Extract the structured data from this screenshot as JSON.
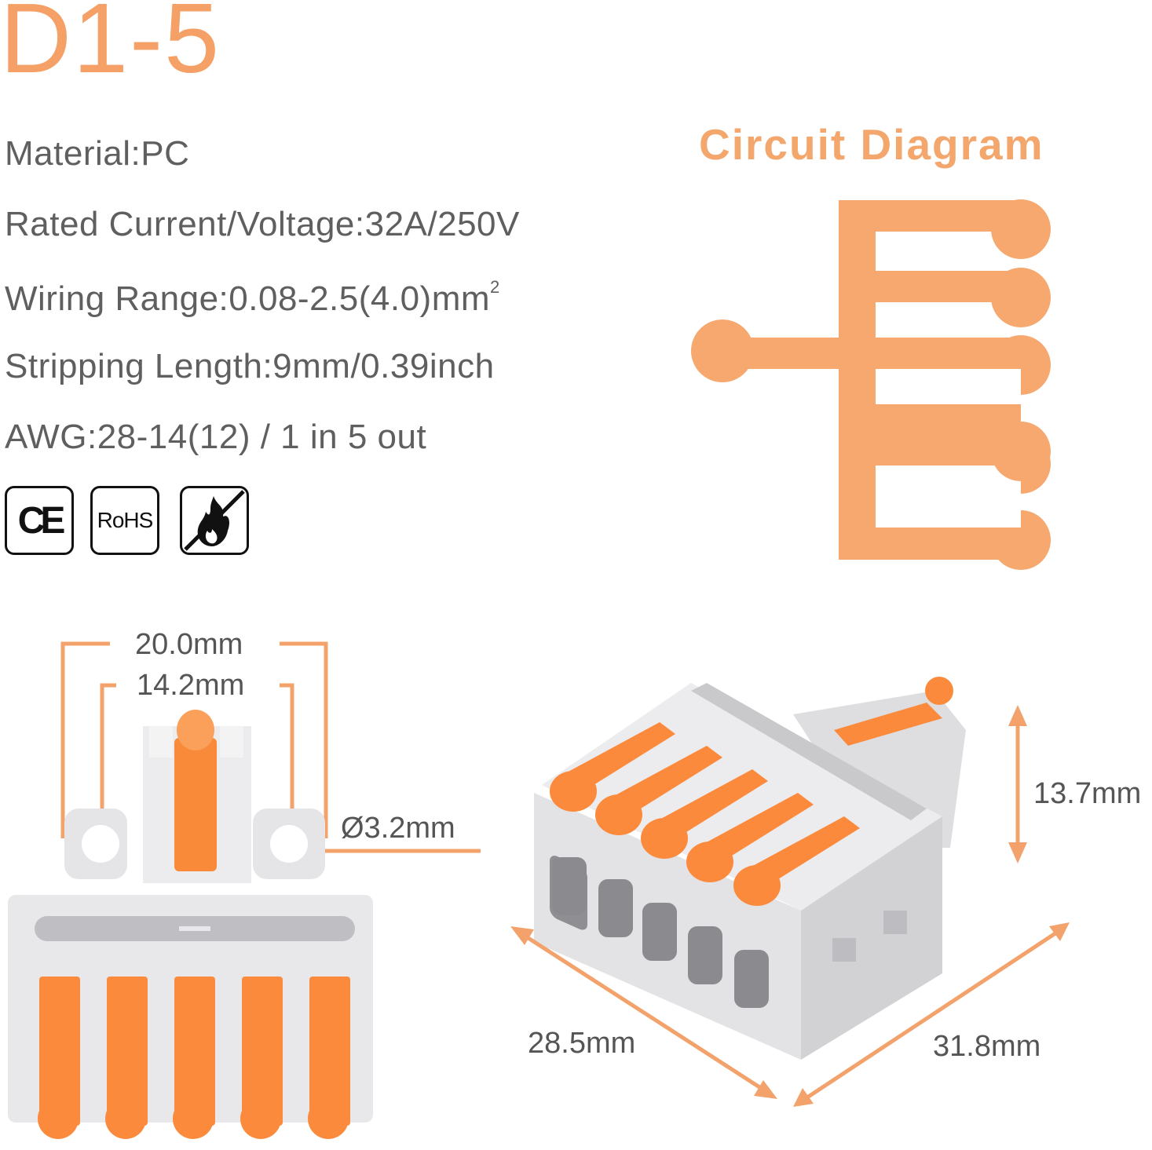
{
  "header": {
    "model": "D1-5"
  },
  "specs": [
    {
      "label": "Material",
      "value": "PC",
      "text": "Material:PC"
    },
    {
      "label": "Rated Current/Voltage",
      "value": "32A/250V",
      "text": "Rated Current/Voltage:32A/250V"
    },
    {
      "label": "Wiring Range",
      "value": "0.08-2.5(4.0)mm²",
      "text": "Wiring Range:0.08-2.5(4.0)mm",
      "superscript": "2"
    },
    {
      "label": "Stripping Length",
      "value": "9mm/0.39inch",
      "text": "Stripping Length:9mm/0.39inch"
    },
    {
      "label": "AWG",
      "value": "28-14(12) / 1 in 5 out",
      "text": "AWG:28-14(12) / 1 in 5 out"
    }
  ],
  "certifications": [
    {
      "name": "CE",
      "icon": "ce-mark-icon",
      "text": "CE"
    },
    {
      "name": "RoHS",
      "icon": "rohs-icon",
      "text": "RoHS"
    },
    {
      "name": "Flame Retardant",
      "icon": "no-fire-icon"
    }
  ],
  "circuit_diagram": {
    "title": "Circuit Diagram",
    "inputs": 1,
    "outputs": 5,
    "color": "#f6a86f"
  },
  "front_view": {
    "outer_width": "20.0mm",
    "hole_spacing": "14.2mm",
    "hole_diameter": "Ø3.2mm",
    "levers": 5
  },
  "iso_view": {
    "height": "13.7mm",
    "depth": "28.5mm",
    "width": "31.8mm",
    "levers": 5
  },
  "colors": {
    "accent": "#f5a066",
    "lever_orange": "#fb8a3c",
    "body_gray": "#e6e6e8",
    "text_gray": "#5f5f5f",
    "dimension_line": "#f2a26a"
  }
}
